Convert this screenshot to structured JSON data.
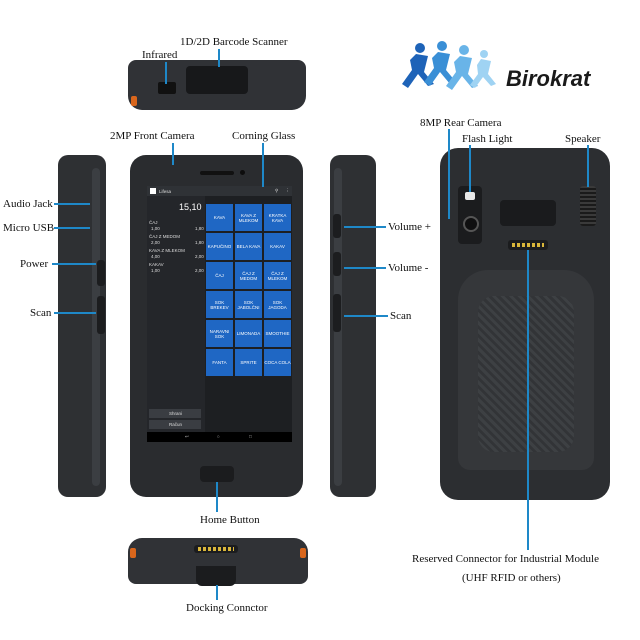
{
  "labels": {
    "barcode_scanner": "1D/2D Barcode Scanner",
    "infrared": "Infrared",
    "front_camera": "2MP Front Camera",
    "corning_glass": "Corning Glass",
    "rear_camera": "8MP Rear Camera",
    "flash_light": "Flash Light",
    "speaker": "Speaker",
    "audio_jack": "Audio Jack",
    "micro_usb": "Micro USB",
    "power": "Power",
    "scan_left": "Scan",
    "volume_up": "Volume +",
    "volume_down": "Volume -",
    "scan_right": "Scan",
    "home_button": "Home Button",
    "reserved_connector": "Reserved Connector for Industrial Module",
    "reserved_connector_note": "(UHF RFID or others)",
    "docking_connector": "Docking Connctor"
  },
  "logo": {
    "text": "Birokrat"
  },
  "screen_app": {
    "title": "Lifesa",
    "total": "15,10",
    "order_items": [
      {
        "name": "ČAJ",
        "qty": "1,00",
        "price": "1,80"
      },
      {
        "name": "ČAJ Z MEDOM",
        "qty": "2,00",
        "price": "1,80"
      },
      {
        "name": "KAVA Z MLEKOM",
        "qty": "4,00",
        "price": "2,00"
      },
      {
        "name": "KAKAV",
        "qty": "1,00",
        "price": "2,00"
      }
    ],
    "tiles": [
      "KAVA",
      "KAVA Z MLEKOM",
      "KRATKA KAVA",
      "KAPUČINO",
      "BELA KAVA",
      "KAKAV",
      "ČAJ",
      "ČAJ Z MEDOM",
      "ČAJ Z MLEKOM",
      "SOK BREKEV",
      "SOK JABOLČNI",
      "SOK JAGODA",
      "NARAVNI SOK",
      "LIMONADA",
      "SMOOTHIE",
      "FANTA",
      "SPRITE",
      "COCA COLA"
    ],
    "buttons": [
      "Shrani",
      "Račun"
    ]
  },
  "colors": {
    "accent": "#1e88c8",
    "tile": "#1f67c4",
    "device": "#2b2d30"
  }
}
